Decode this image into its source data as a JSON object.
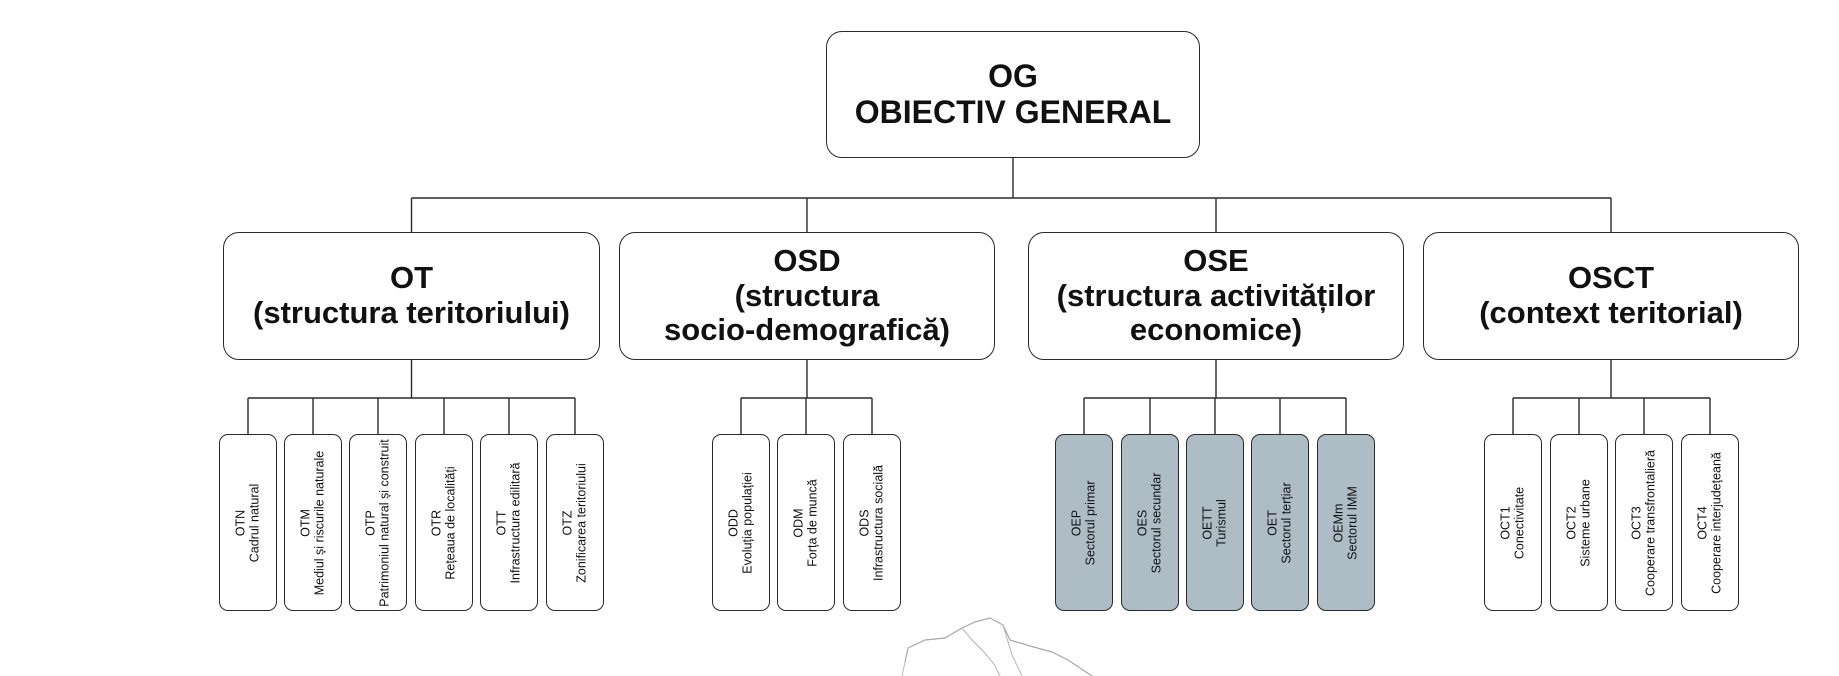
{
  "root": {
    "code": "OG",
    "title": "OBIECTIV GENERAL"
  },
  "groups": [
    {
      "code": "OT",
      "lines": [
        "(structura teritoriului)"
      ],
      "leaves": [
        {
          "code": "OTN",
          "label": "Cadrul natural"
        },
        {
          "code": "OTM",
          "label": "Mediul și riscurile naturale"
        },
        {
          "code": "OTP",
          "label": "Patrimoniul natural și construit"
        },
        {
          "code": "OTR",
          "label": "Rețeaua de localități"
        },
        {
          "code": "OTT",
          "label": "Infrastructura edilitară"
        },
        {
          "code": "OTZ",
          "label": "Zonificarea teritoriului"
        }
      ]
    },
    {
      "code": "OSD",
      "lines": [
        "(structura",
        "socio-demografică)"
      ],
      "leaves": [
        {
          "code": "ODD",
          "label": "Evoluția populației"
        },
        {
          "code": "ODM",
          "label": "Forța de muncă"
        },
        {
          "code": "ODS",
          "label": "Infrastructura socială"
        }
      ]
    },
    {
      "code": "OSE",
      "lines": [
        "(structura activităților",
        "economice)"
      ],
      "leaves": [
        {
          "code": "OEP",
          "label": "Sectorul primar"
        },
        {
          "code": "OES",
          "label": "Sectorul secundar"
        },
        {
          "code": "OETT",
          "label": "Turismul"
        },
        {
          "code": "OET",
          "label": "Sectorul terțiar"
        },
        {
          "code": "OEMm",
          "label": "Sectorul IMM"
        }
      ]
    },
    {
      "code": "OSCT",
      "lines": [
        "(context teritorial)"
      ],
      "leaves": [
        {
          "code": "OCT1",
          "label": "Conectivitate"
        },
        {
          "code": "OCT2",
          "label": "Sisteme urbane"
        },
        {
          "code": "OCT3",
          "label": "Cooperare transfrontalieră"
        },
        {
          "code": "OCT4",
          "label": "Cooperare interjudețeană"
        }
      ]
    }
  ],
  "colors": {
    "line": "#2a2a2a",
    "shaded_leaf": "#aebcc6",
    "map_outline": "#a8a8a8"
  }
}
